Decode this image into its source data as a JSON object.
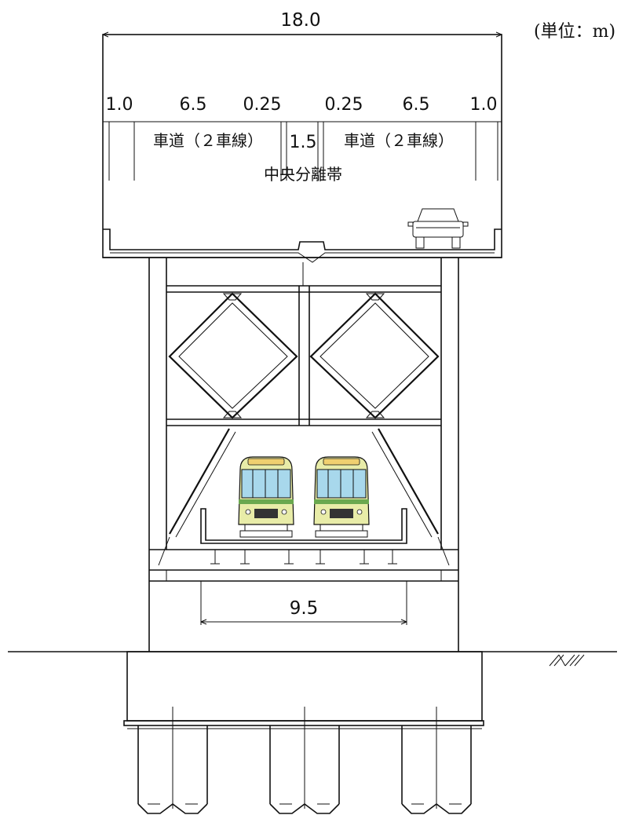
{
  "unit_label": "(単位：m)",
  "dimensions": {
    "total_width": "18.0",
    "left_shoulder": "1.0",
    "left_lanes": "6.5",
    "left_gap": "0.25",
    "right_gap": "0.25",
    "right_lanes": "6.5",
    "right_shoulder": "1.0",
    "median_width": "1.5",
    "track_width": "9.5"
  },
  "labels": {
    "left_roadway": "車道（２車線）",
    "right_roadway": "車道（２車線）",
    "median": "中央分離帯"
  },
  "colors": {
    "line": "#111111",
    "train_body": "#e8eca8",
    "train_window": "#a8d8ec",
    "train_roof": "#f0d070",
    "train_stripe": "#6aa84f"
  }
}
